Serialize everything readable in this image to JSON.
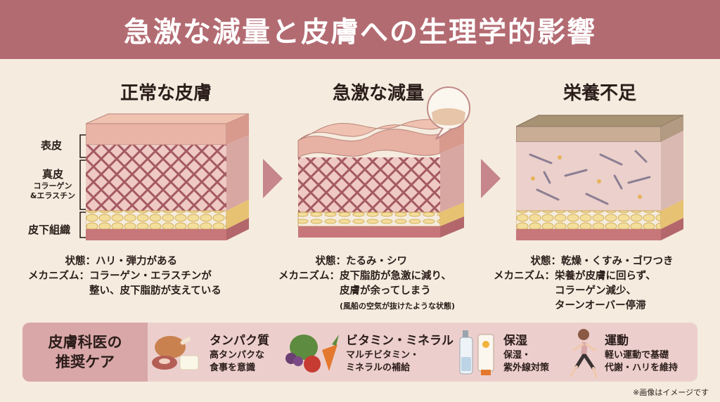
{
  "header": {
    "title": "急激な減量と皮膚への生理学的影響"
  },
  "columns": [
    {
      "title": "正常な皮膚",
      "state_key": "状態：",
      "state": "ハリ・弾力がある",
      "mech_key": "メカニズム：",
      "mech": [
        "コラーゲン・エラスチンが",
        "整い、皮下脂肪が支えている"
      ],
      "note": ""
    },
    {
      "title": "急激な減量",
      "state_key": "状態：",
      "state": "たるみ・シワ",
      "mech_key": "メカニズム：",
      "mech": [
        "皮下脂肪が急激に減り、",
        "皮膚が余ってしまう"
      ],
      "note": "(風船の空気が抜けたような状態)"
    },
    {
      "title": "栄養不足",
      "state_key": "状態：",
      "state": "乾燥・くすみ・ゴワつき",
      "mech_key": "メカニズム：",
      "mech": [
        "栄養が皮膚に回らず、",
        "コラーゲン減少、",
        "ターンオーバー停滞"
      ],
      "note": ""
    }
  ],
  "layers": {
    "epidermis": "表皮",
    "dermis": "真皮",
    "dermis_sub1": "コラーゲン",
    "dermis_sub2": "&エラスチン",
    "subcutis": "皮下組織"
  },
  "care": {
    "title_line1": "皮膚科医の",
    "title_line2": "推奨ケア",
    "items": [
      {
        "icon": "protein-food-icon",
        "title": "タンパク質",
        "lines": [
          "高タンパクな",
          "食事を意識"
        ]
      },
      {
        "icon": "vegetables-icon",
        "title": "ビタミン・ミネラル",
        "lines": [
          "マルチビタミン・",
          "ミネラルの補給"
        ]
      },
      {
        "icon": "skincare-bottles-icon",
        "title": "保湿",
        "lines": [
          "保湿・",
          "紫外線対策"
        ]
      },
      {
        "icon": "runner-icon",
        "title": "運動",
        "lines": [
          "軽い運動で基礎",
          "代謝・ハリを維持"
        ]
      }
    ]
  },
  "footnote": "※画像はイメージです",
  "colors": {
    "banner": "#b36b72",
    "background": "#f5ecdf",
    "skin": "#e8b9a8",
    "fat": "#f1d58a",
    "care_panel": "#eccfcd"
  }
}
